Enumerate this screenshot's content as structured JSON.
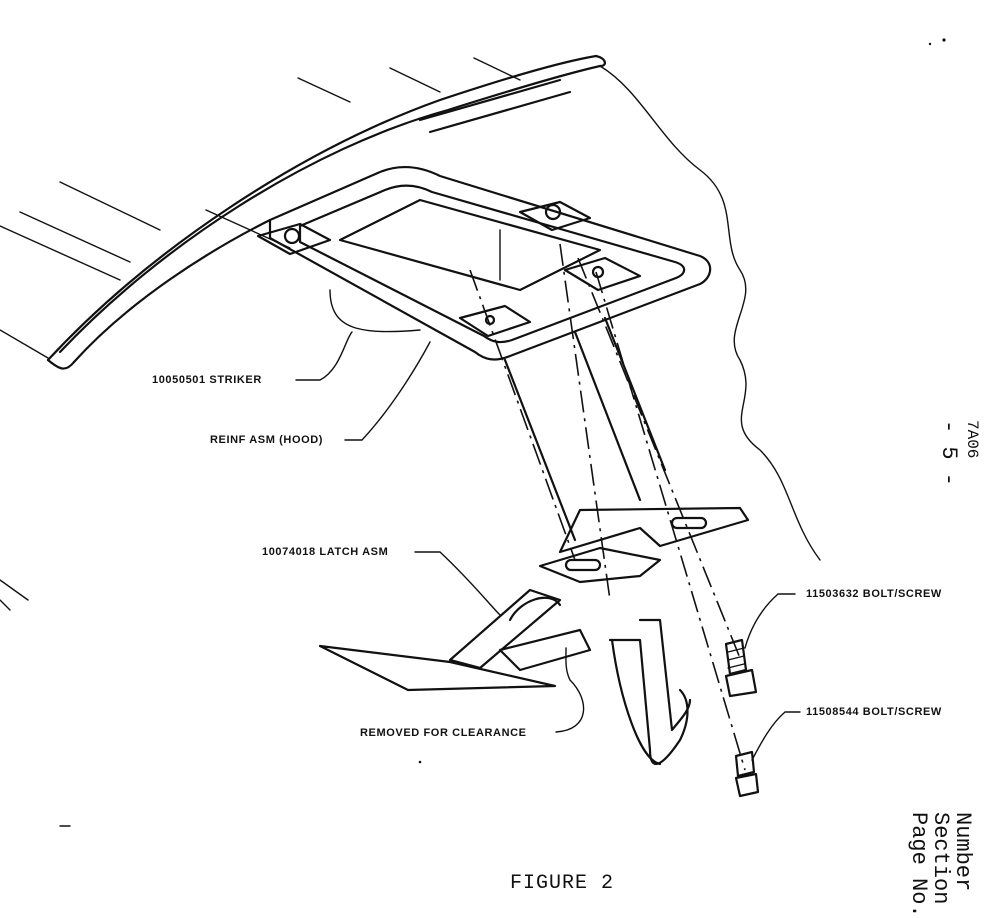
{
  "parts": {
    "striker": "10050501 STRIKER",
    "reinf": "REINF ASM (HOOD)",
    "latch": "10074018 LATCH ASM",
    "bolt1": "11503632 BOLT/SCREW",
    "bolt2": "11508544 BOLT/SCREW",
    "clearance": "REMOVED FOR CLEARANCE"
  },
  "caption": "FIGURE 2",
  "margin": {
    "number": "Number",
    "section": "Section",
    "page_no": "Page No.",
    "page_marker": "- 5 -",
    "doc_fragment": "7A06"
  }
}
